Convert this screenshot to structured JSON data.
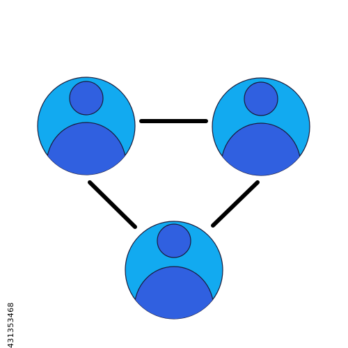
{
  "figure": {
    "icon": "user-network-icon",
    "colors": {
      "background": "#ffffff",
      "outer_circle": "#12aaf0",
      "person": "#3060e0",
      "stroke": "#1a1a3a",
      "connector": "#000000"
    },
    "nodes": [
      {
        "icon": "user-avatar-icon",
        "label": ""
      },
      {
        "icon": "user-avatar-icon",
        "label": ""
      },
      {
        "icon": "user-avatar-icon",
        "label": ""
      }
    ],
    "connections": [
      [
        0,
        1
      ],
      [
        0,
        2
      ],
      [
        1,
        2
      ]
    ]
  },
  "watermark": {
    "id_text": "431353468"
  }
}
